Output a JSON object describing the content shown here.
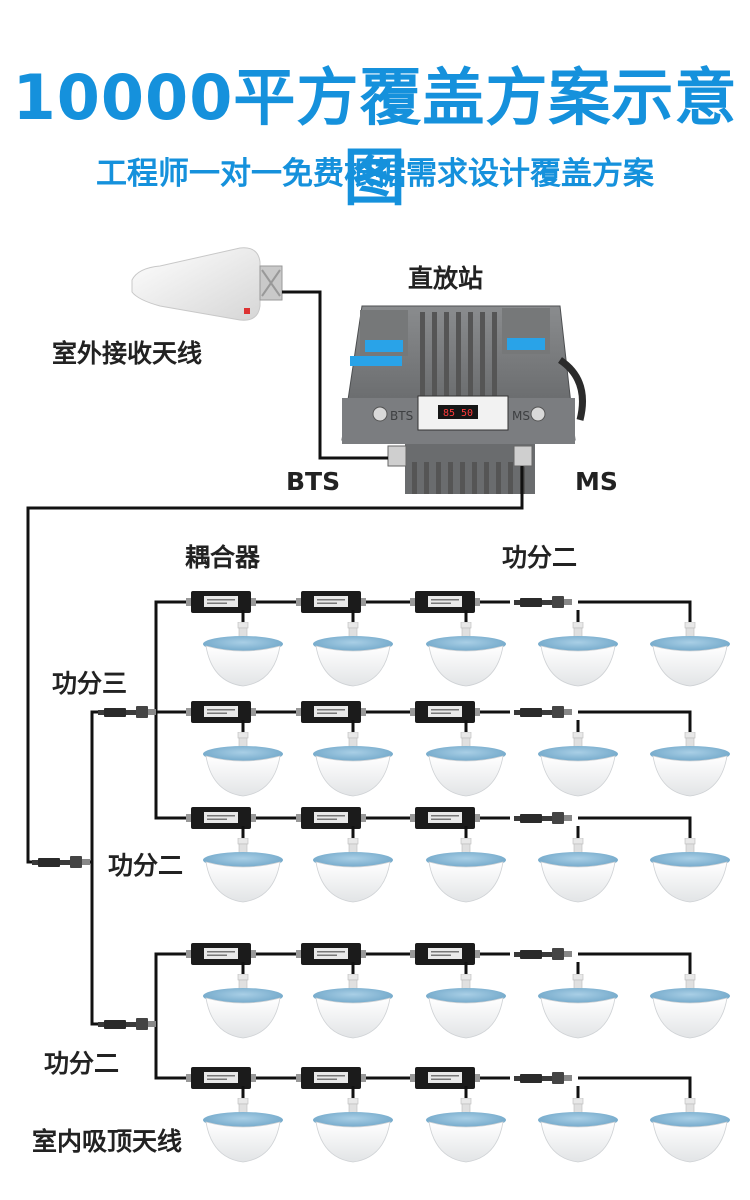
{
  "title": "10000平方覆盖方案示意图",
  "subtitle": "工程师一对一免费根据需求设计覆盖方案",
  "labels": {
    "repeater": "直放站",
    "outdoor_antenna": "室外接收天线",
    "bts": "BTS",
    "ms": "MS",
    "coupler": "耦合器",
    "splitter2_top": "功分二",
    "splitter3": "功分三",
    "splitter2_mid": "功分二",
    "splitter2_bottom": "功分二",
    "indoor_antenna": "室内吸顶天线"
  },
  "device_text": {
    "port_bts": "BTS",
    "port_ms": "MS",
    "display": "85 50"
  },
  "colors": {
    "accent": "#1591dc",
    "cable": "#111111",
    "device_gray": "#707274",
    "antenna_blue": "#7fb7d8"
  }
}
